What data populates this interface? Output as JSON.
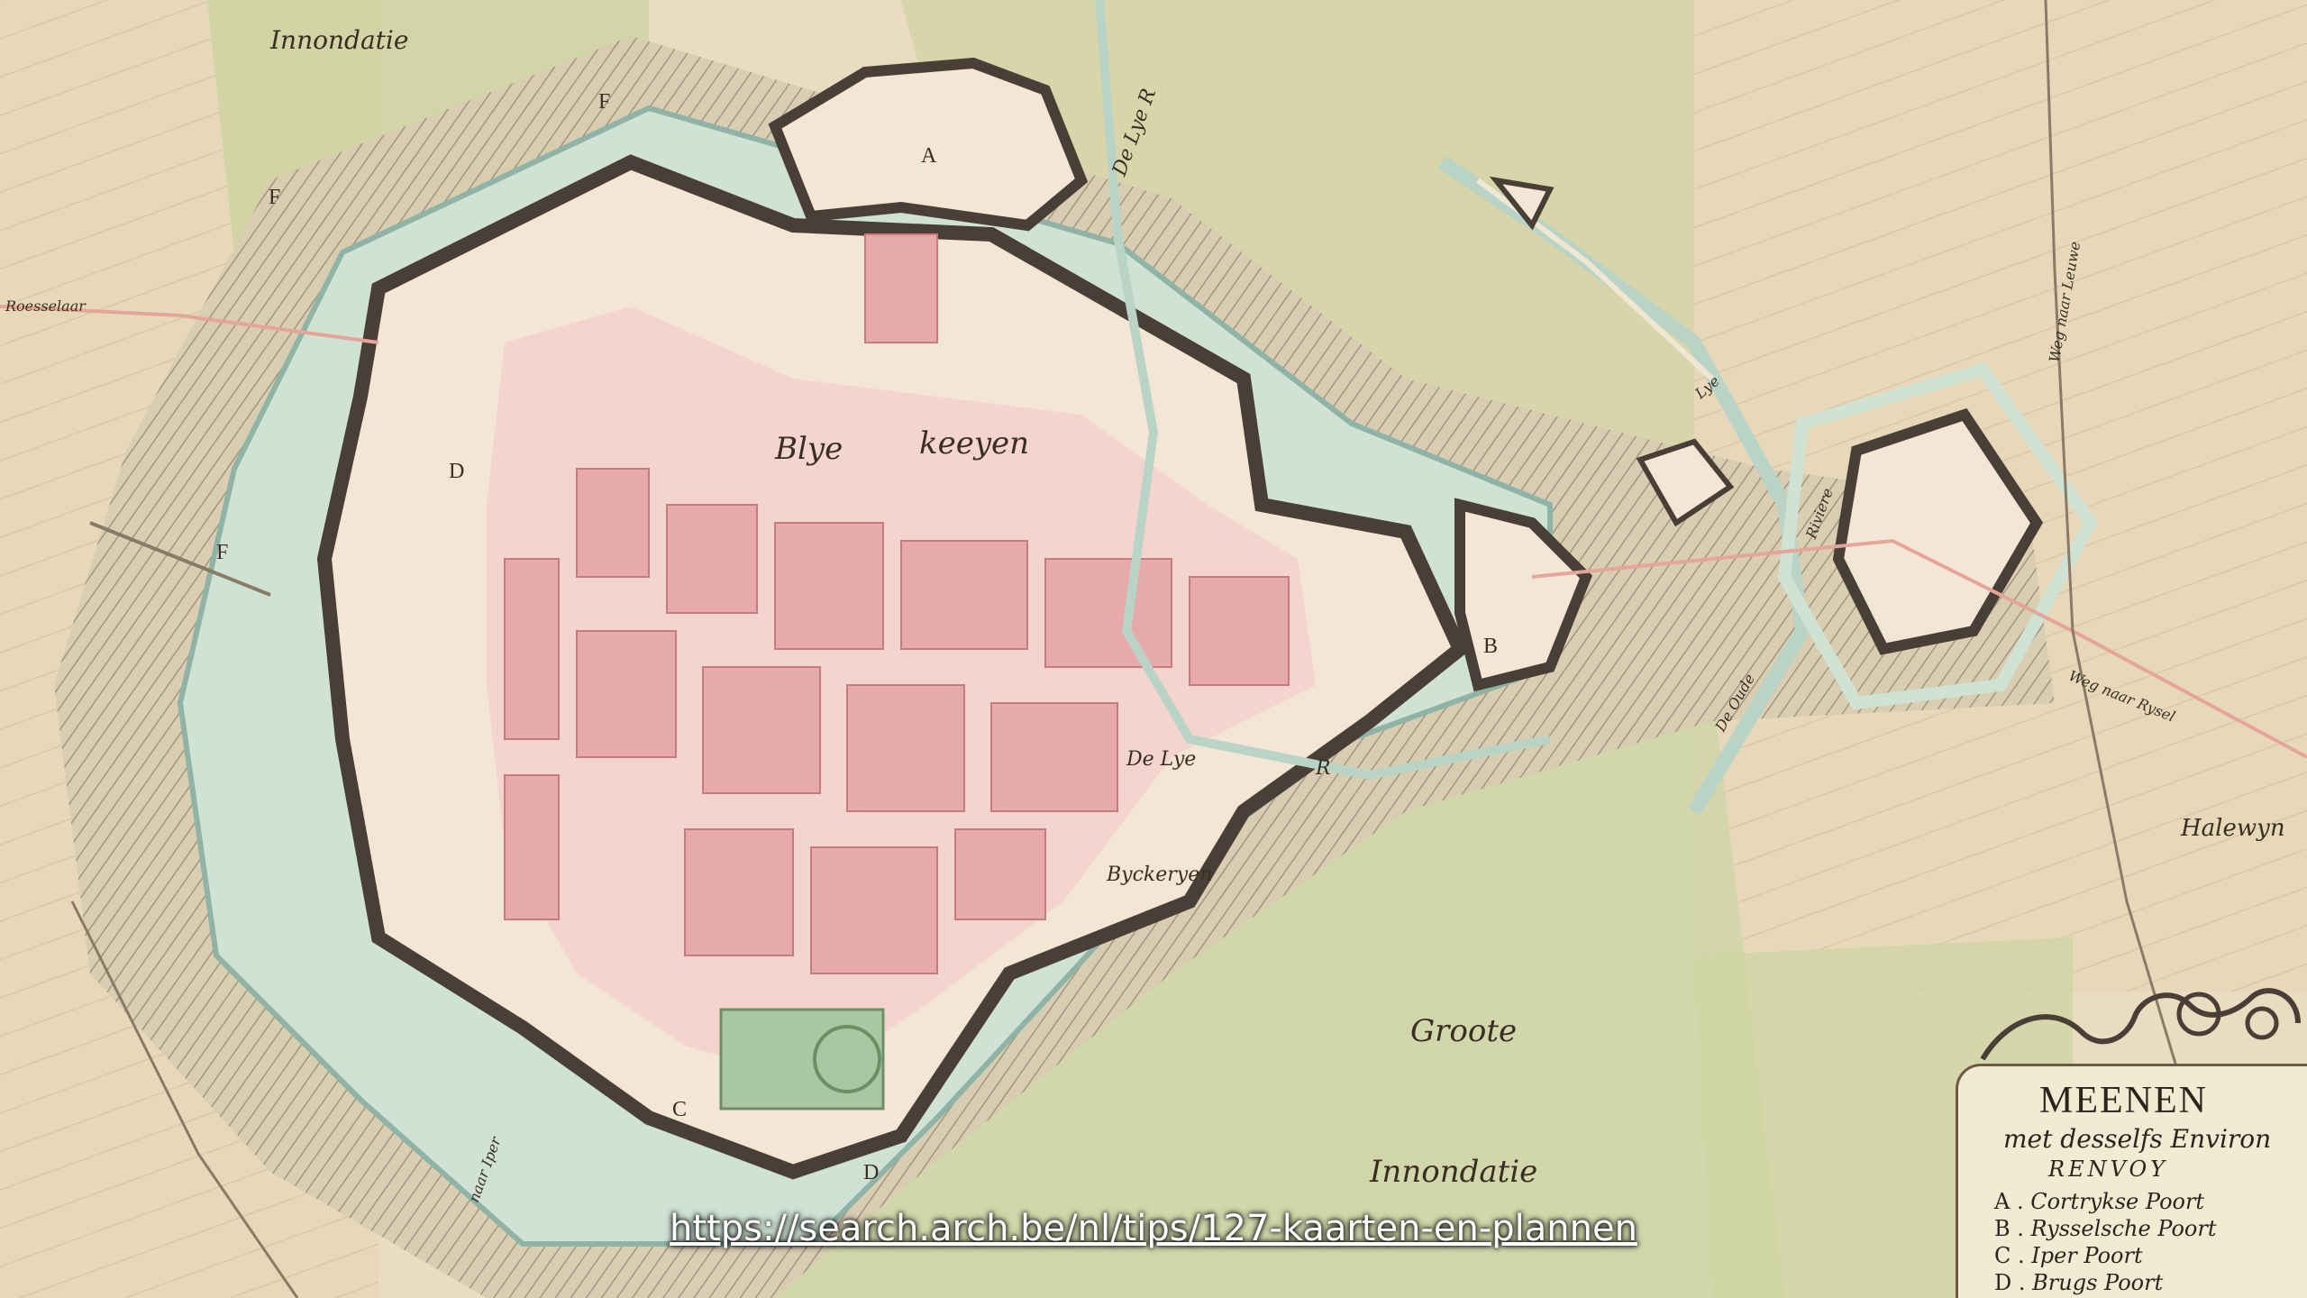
{
  "map": {
    "labels": {
      "innondatie_top": "Innondatie",
      "roeselaar_road": "Roesselaar",
      "blye": "Blye",
      "keeyen": "keeyen",
      "byckeryen": "Byckeryen",
      "groote": "Groote",
      "innondatie_bottom": "Innondatie",
      "de_lye_top": "De Lye R",
      "de_lye_middle": "De Lye",
      "de_lye_middle_r": "R",
      "lye_east": "Lye",
      "oude_riviere": "Riviere",
      "de_oude": "De Oude",
      "weg_naar_leuwe": "Weg naar Leuwe",
      "weg_naar_rysel": "Weg naar Rysel",
      "halewyn": "Halewyn",
      "iper_road": "naar Iper"
    },
    "letters": {
      "A": "A",
      "B": "B",
      "C": "C",
      "D1": "D",
      "D2": "D",
      "F1": "F",
      "F2": "F",
      "F3": "F"
    }
  },
  "legend": {
    "title": "MEENEN",
    "subtitle": "met desselfs Environ",
    "renvoy": "RENVOY",
    "items": [
      {
        "key": "A",
        "text": "Cortrykse Poort"
      },
      {
        "key": "B",
        "text": "Rysselsche Poort"
      },
      {
        "key": "C",
        "text": "Iper Poort"
      },
      {
        "key": "D",
        "text": "Brugs Poort"
      }
    ]
  },
  "caption": {
    "url": "https://search.arch.be/nl/tips/127-kaarten-en-plannen"
  },
  "colors": {
    "paper": "#e9dcc0",
    "meadow": "#cdd4a6",
    "town": "#f1cfc9",
    "blocks": "#e5a8a8",
    "walls": "#4a3f36",
    "moat": "#cfe0d3",
    "slopes": "#bdb3a2"
  }
}
